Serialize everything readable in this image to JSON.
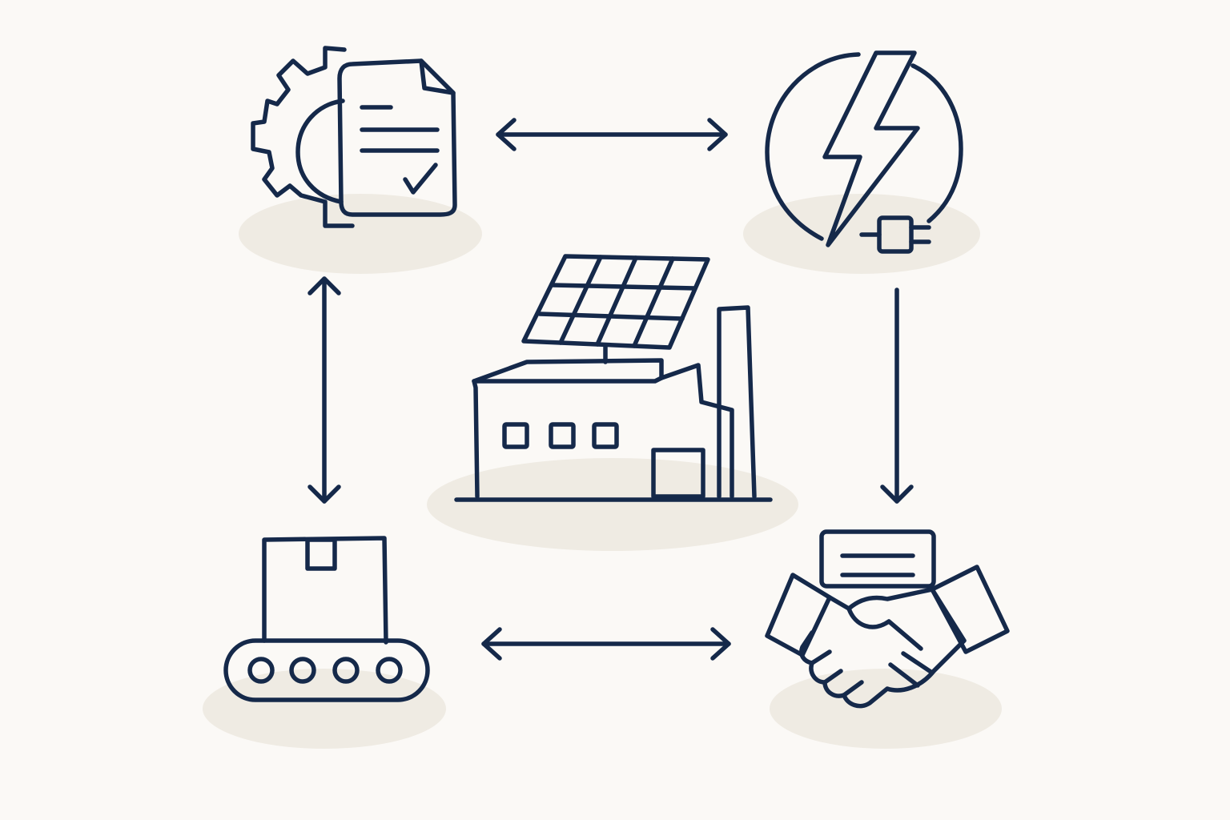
{
  "colors": {
    "background": "#fbf9f6",
    "ink": "#15294a",
    "shadow": "#efebe3"
  },
  "nodes": [
    {
      "id": "settings-document",
      "icon": "gear-document-check-icon"
    },
    {
      "id": "electricity",
      "icon": "lightning-plug-circle-icon"
    },
    {
      "id": "solar-factory",
      "icon": "solar-panel-factory-icon"
    },
    {
      "id": "conveyor-package",
      "icon": "box-conveyor-icon"
    },
    {
      "id": "agreement",
      "icon": "handshake-contract-icon"
    }
  ],
  "edges": [
    {
      "from": "settings-document",
      "to": "electricity",
      "direction": "both"
    },
    {
      "from": "settings-document",
      "to": "conveyor-package",
      "direction": "both"
    },
    {
      "from": "electricity",
      "to": "agreement",
      "direction": "forward"
    },
    {
      "from": "conveyor-package",
      "to": "agreement",
      "direction": "both"
    }
  ]
}
